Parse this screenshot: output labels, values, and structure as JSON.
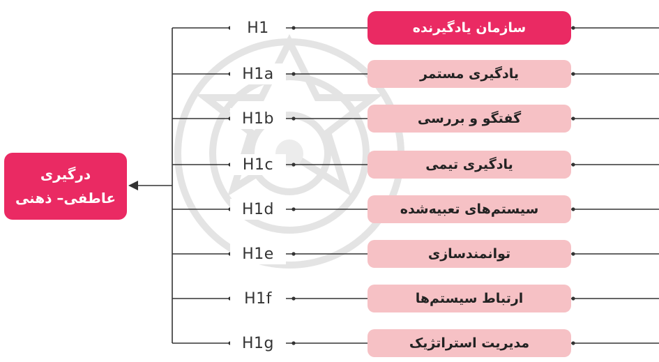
{
  "main_construct": {
    "line1": "درگیری",
    "line2": "عاطفی– ذهنی"
  },
  "rows": [
    {
      "hypothesis": "H1",
      "label": "سازمان یادگیرنده"
    },
    {
      "hypothesis": "H1a",
      "label": "یادگیری مستمر"
    },
    {
      "hypothesis": "H1b",
      "label": "گفتگو و بررسی"
    },
    {
      "hypothesis": "H1c",
      "label": "یادگیری تیمی"
    },
    {
      "hypothesis": "H1d",
      "label": "سیستم‌های تعبیه‌شده"
    },
    {
      "hypothesis": "H1e",
      "label": "توانمندسازی"
    },
    {
      "hypothesis": "H1f",
      "label": "ارتباط سیستم‌ها"
    },
    {
      "hypothesis": "H1g",
      "label": "مدیریت استراتژیک"
    }
  ],
  "colors": {
    "accent": "#ea2a63",
    "light_box": "#f6c1c5",
    "line": "#333333"
  }
}
